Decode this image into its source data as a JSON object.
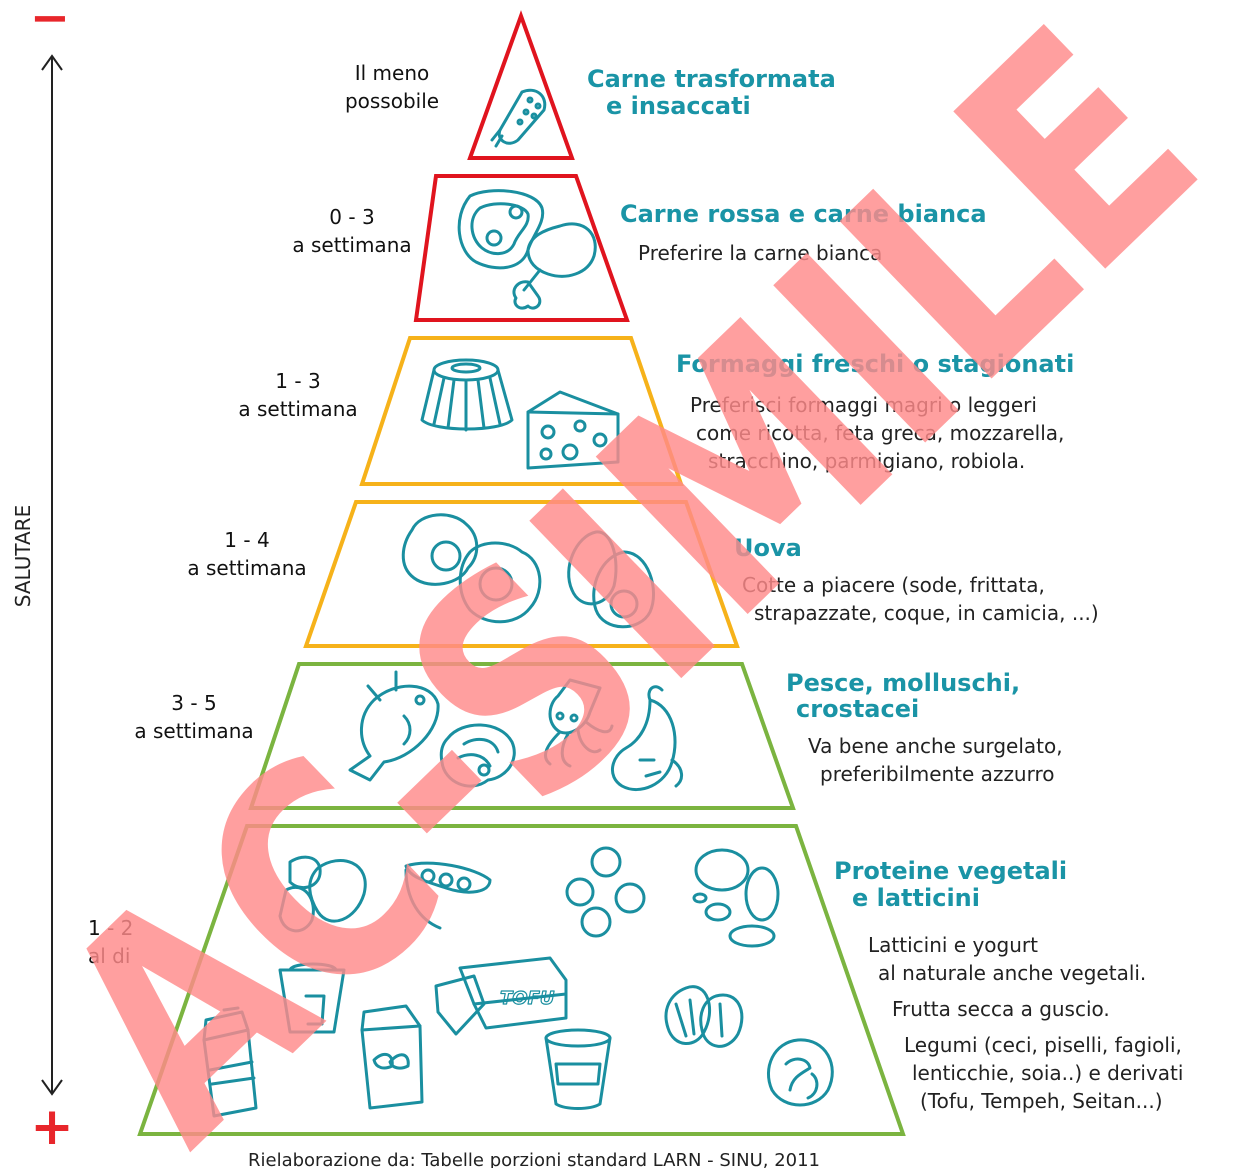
{
  "colors": {
    "red": "#e0141e",
    "yellow": "#f6b21a",
    "green": "#7bb440",
    "teal": "#1a94a6",
    "watermark": "#ff8a8a",
    "accent": "#e8262b"
  },
  "scale": {
    "top_symbol": "−",
    "bottom_symbol": "+",
    "label": "SALUTARE"
  },
  "tiers": [
    {
      "freq_lines": [
        "Il meno",
        "possobile"
      ],
      "title_lines": [
        "Carne trasformata",
        "e insaccati"
      ],
      "desc_lines": [],
      "border": "red",
      "icons": [
        "salami-icon"
      ]
    },
    {
      "freq_lines": [
        "0 - 3",
        "a settimana"
      ],
      "title_lines": [
        "Carne rossa e carne bianca"
      ],
      "desc_lines": [
        "Preferire la carne bianca"
      ],
      "border": "red",
      "icons": [
        "steak-icon",
        "chicken-leg-icon"
      ]
    },
    {
      "freq_lines": [
        "1 - 3",
        "a settimana"
      ],
      "title_lines": [
        "Formaggi freschi o stagionati"
      ],
      "desc_lines": [
        "Preferisci formaggi magri o leggeri",
        "come ricotta, feta greca, mozzarella,",
        "stracchino, parmigiano, robiola."
      ],
      "border": "yellow",
      "icons": [
        "ricotta-icon",
        "cheese-wedge-icon"
      ]
    },
    {
      "freq_lines": [
        "1 - 4",
        "a settimana"
      ],
      "title_lines": [
        "Uova"
      ],
      "desc_lines": [
        "Cotte a piacere (sode, frittata,",
        "strapazzate, coque, in camicia, ...)"
      ],
      "border": "yellow",
      "icons": [
        "fried-eggs-icon",
        "boiled-egg-icon"
      ]
    },
    {
      "freq_lines": [
        "3 - 5",
        "a settimana"
      ],
      "title_lines": [
        "Pesce, molluschi,",
        "crostacei"
      ],
      "desc_lines": [
        "Va bene anche surgelato,",
        "preferibilmente azzurro"
      ],
      "border": "green",
      "icons": [
        "fish-icon",
        "salmon-steak-icon",
        "squid-icon",
        "shrimp-icon"
      ]
    },
    {
      "freq_lines": [
        "1 - 2",
        "al di"
      ],
      "title_lines": [
        "Proteine vegetali",
        "e latticini"
      ],
      "desc_lines": [
        "Latticini e yogurt",
        "al naturale anche vegetali.",
        "Frutta secca a guscio.",
        "Legumi (ceci, piselli, fagioli,",
        "lenticchie, soia..) e derivati",
        "(Tofu, Tempeh, Seitan...)"
      ],
      "border": "green",
      "icons": [
        "beans-icon",
        "pea-pod-icon",
        "chickpeas-icon",
        "lentils-icon",
        "glass-icon",
        "tofu-icon",
        "almond-icon",
        "milk-carton-icon",
        "plant-milk-icon",
        "yogurt-cup-icon",
        "walnut-icon"
      ]
    }
  ],
  "source": "Rielaborazione da: Tabelle porzioni standard LARN - SINU, 2011",
  "watermark": "AC-SIMILE"
}
